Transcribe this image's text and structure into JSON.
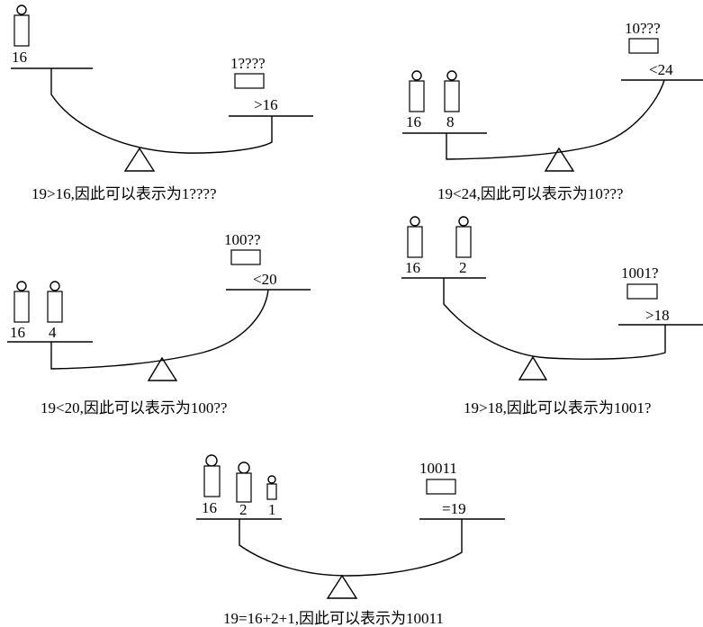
{
  "panels": [
    {
      "weights": [
        "16"
      ],
      "code": "1????",
      "comparison": ">16",
      "caption": "19>16,因此可以表示为1????"
    },
    {
      "weights": [
        "16",
        "8"
      ],
      "code": "10???",
      "comparison": "<24",
      "caption": "19<24,因此可以表示为10???"
    },
    {
      "weights": [
        "16",
        "4"
      ],
      "code": "100??",
      "comparison": "<20",
      "caption": "19<20,因此可以表示为100??"
    },
    {
      "weights": [
        "16",
        "2"
      ],
      "code": "1001?",
      "comparison": ">18",
      "caption": "19>18,因此可以表示为1001?"
    },
    {
      "weights": [
        "16",
        "2",
        "1"
      ],
      "code": "10011",
      "comparison": "=19",
      "caption": "19=16+2+1,因此可以表示为10011"
    }
  ]
}
